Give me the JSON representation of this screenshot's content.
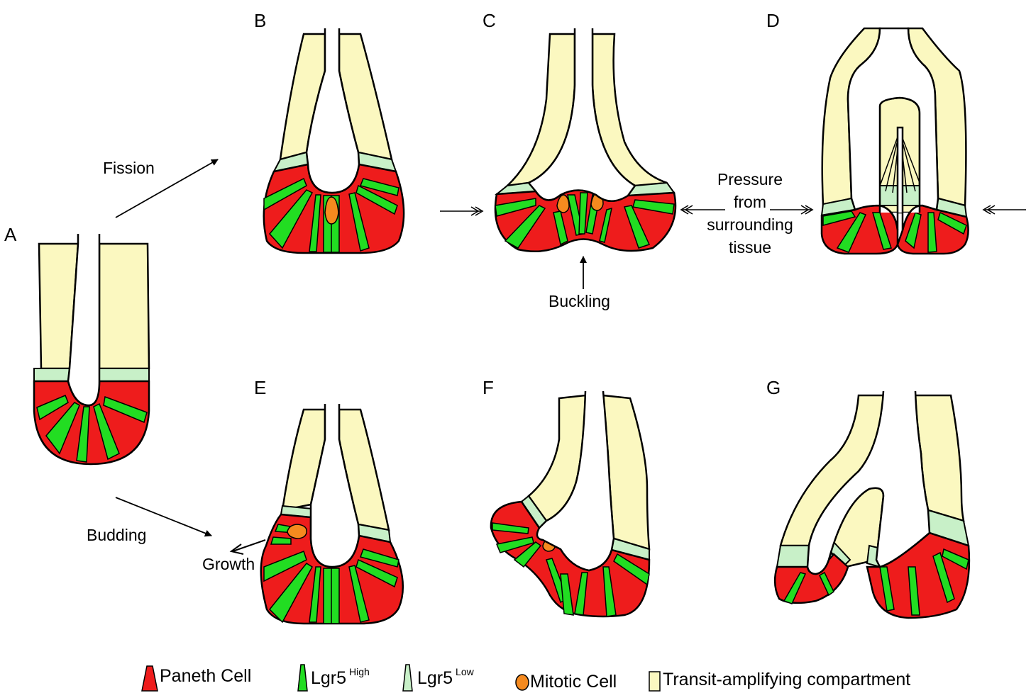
{
  "panels": [
    "A",
    "B",
    "C",
    "D",
    "E",
    "F",
    "G"
  ],
  "labels": {
    "fission": "Fission",
    "budding": "Budding",
    "buckling": "Buckling",
    "growth": "Growth",
    "pressure": [
      "Pressure",
      "from",
      "surrounding",
      "tissue"
    ]
  },
  "legend": {
    "paneth": "Paneth Cell",
    "lgr5_high": "Lgr5",
    "lgr5_high_sup": "High",
    "lgr5_low": "Lgr5",
    "lgr5_low_sup": "Low",
    "mitotic": "Mitotic Cell",
    "transit": "Transit-amplifying compartment"
  },
  "colors": {
    "paneth": "#ee1c1c",
    "lgr5_high": "#22dd22",
    "lgr5_low": "#c8f0c8",
    "mitotic": "#f58a1f",
    "transit": "#fbf8c0",
    "outline": "#000000"
  }
}
